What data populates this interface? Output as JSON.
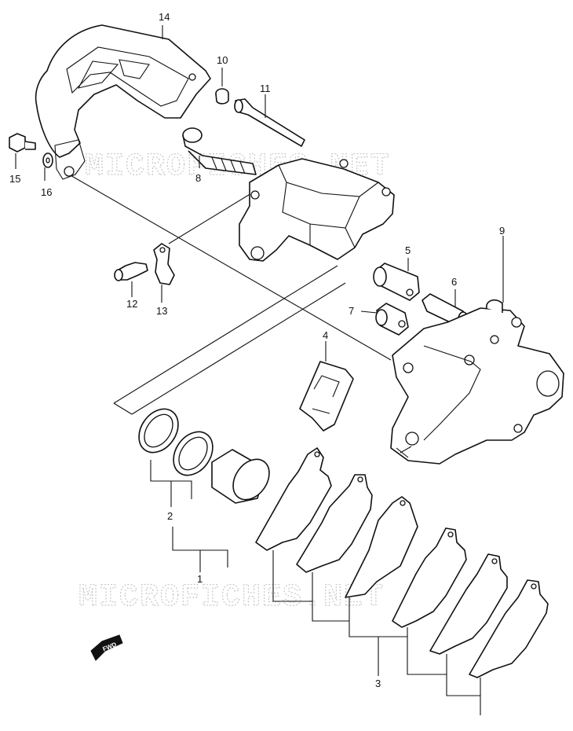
{
  "watermark": {
    "text_top": "MICROFICHES.NET",
    "text_bottom": "MICROFICHES.NET",
    "color": "#c8c8c8"
  },
  "callouts": {
    "c1": "1",
    "c2": "2",
    "c3": "3",
    "c4": "4",
    "c5": "5",
    "c6": "6",
    "c7": "7",
    "c8": "8",
    "c9": "9",
    "c10": "10",
    "c11": "11",
    "c12": "12",
    "c13": "13",
    "c14": "14",
    "c15": "15",
    "c16": "16"
  },
  "fwd_arrow": {
    "label": "FWD"
  },
  "colors": {
    "line": "#111111",
    "background": "#ffffff"
  }
}
